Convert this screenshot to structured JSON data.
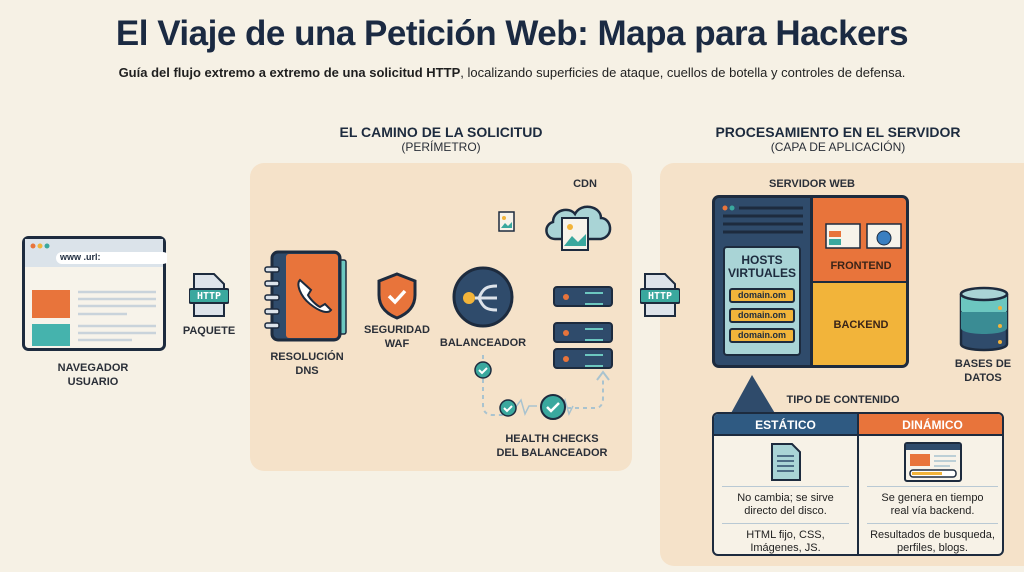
{
  "title": "El Viaje de una Petición Web: Mapa para Hackers",
  "subtitle_bold": "Guía del flujo extremo a extremo de una solicitud HTTP",
  "subtitle_rest": ", localizando superficies de ataque, cuellos de botella y controles de defensa.",
  "perimeter": {
    "heading": "EL CAMINO DE LA SOLICITUD",
    "subheading": "(PERÍMETRO)"
  },
  "server_side": {
    "heading": "PROCESAMIENTO EN EL SERVIDOR",
    "subheading": "(CAPA DE APLICACIÓN)"
  },
  "browser": {
    "url": "www .url:",
    "label1": "NAVEGADOR",
    "label2": "USUARIO"
  },
  "packet": {
    "badge": "HTTP",
    "label": "PAQUETE"
  },
  "dns": {
    "label1": "RESOLUCIÓN",
    "label2": "DNS"
  },
  "waf": {
    "label1": "SEGURIDAD",
    "label2": "WAF"
  },
  "balancer": {
    "label": "BALANCEADOR"
  },
  "cdn": {
    "label": "CDN"
  },
  "health": {
    "label1": "HEALTH CHECKS",
    "label2": "DEL BALANCEADOR"
  },
  "packet2": {
    "badge": "HTTP"
  },
  "webserver": {
    "label": "SERVIDOR WEB",
    "hosts_title1": "HOSTS",
    "hosts_title2": "VIRTUALES",
    "domains": [
      "domain.om",
      "domain.om",
      "domain.om"
    ],
    "frontend": "FRONTEND",
    "backend": "BACKEND"
  },
  "db": {
    "label1": "BASES DE",
    "label2": "DATOS"
  },
  "content": {
    "title": "TIPO DE CONTENIDO",
    "static": {
      "header": "ESTÁTICO",
      "desc1": "No cambia; se sirve",
      "desc2": "directo del disco.",
      "ex1": "HTML fijo, CSS,",
      "ex2": "Imágenes, JS."
    },
    "dynamic": {
      "header": "DINÁMICO",
      "desc1": "Se genera en tiempo",
      "desc2": "real vía backend.",
      "ex1": "Resultados de busqueda,",
      "ex2": "perfiles, blogs."
    }
  },
  "colors": {
    "navy": "#1d2b3e",
    "orange": "#e8743b",
    "teal": "#3aa89e",
    "yellow": "#f2b43a",
    "panel": "#f5e2c9"
  }
}
